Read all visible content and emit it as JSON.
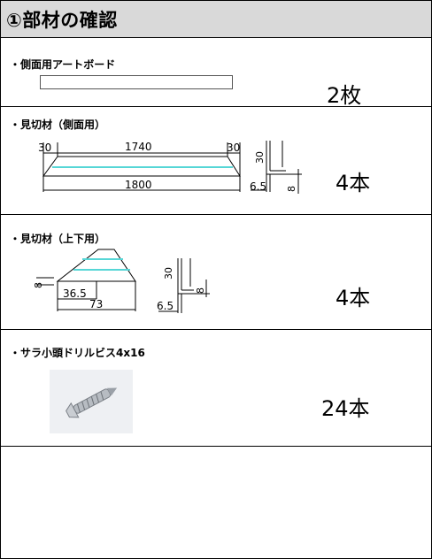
{
  "header": {
    "title": "①部材の確認"
  },
  "items": [
    {
      "label": "・側面用アートボード",
      "qty": "2枚"
    },
    {
      "label": "・見切材（側面用）",
      "qty": "4本",
      "dims": {
        "left_end": "30",
        "middle": "1740",
        "right_end": "30",
        "total": "1800",
        "height": "30",
        "thickness": "6.5",
        "flange": "8"
      }
    },
    {
      "label": "・見切材（上下用）",
      "qty": "4本",
      "dims": {
        "flange": "8",
        "inner": "36.5",
        "total": "73",
        "height": "30",
        "thickness": "6.5",
        "flange2": "8"
      }
    },
    {
      "label": "・サラ小頭ドリルビス4x16",
      "qty": "24本"
    }
  ],
  "colors": {
    "header_bg": "#d9d9d9",
    "accent_cyan": "#56d6d6",
    "border": "#000000"
  }
}
